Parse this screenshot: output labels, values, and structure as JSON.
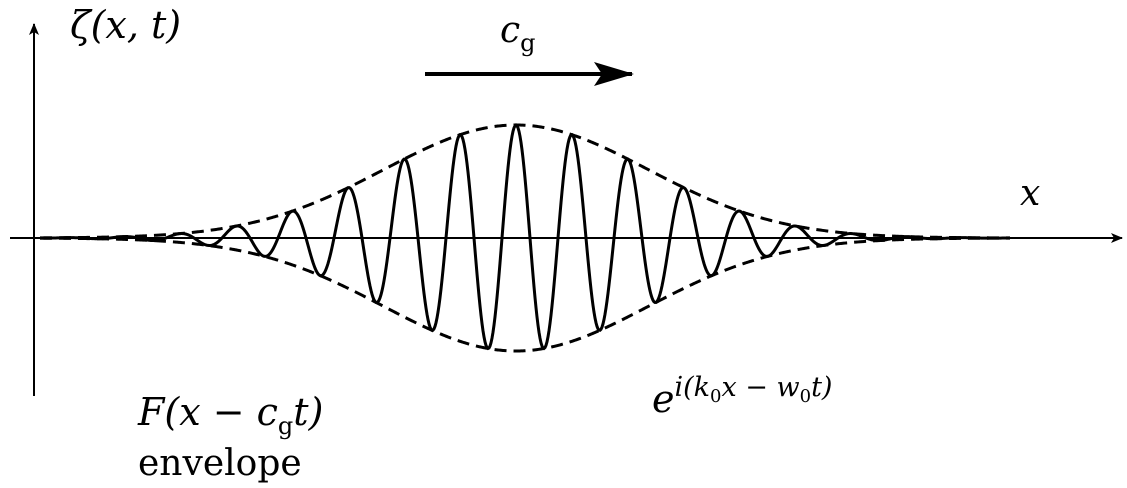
{
  "diagram": {
    "axes": {
      "y_label_symbol": "ζ",
      "y_label_args": "(x, t)",
      "x_label": "x"
    },
    "group_velocity": {
      "symbol": "c",
      "subscript": "g"
    },
    "envelope_label": {
      "func": "F",
      "open": "(x − c",
      "sub": "g",
      "close": "t)",
      "caption": "envelope"
    },
    "carrier_label": {
      "base": "e",
      "exp_prefix": "i(k",
      "exp_sub1": "0",
      "exp_mid": "x − w",
      "exp_sub2": "0",
      "exp_suffix": "t)"
    },
    "colors": {
      "ink": "#000000",
      "background": "#ffffff"
    }
  }
}
